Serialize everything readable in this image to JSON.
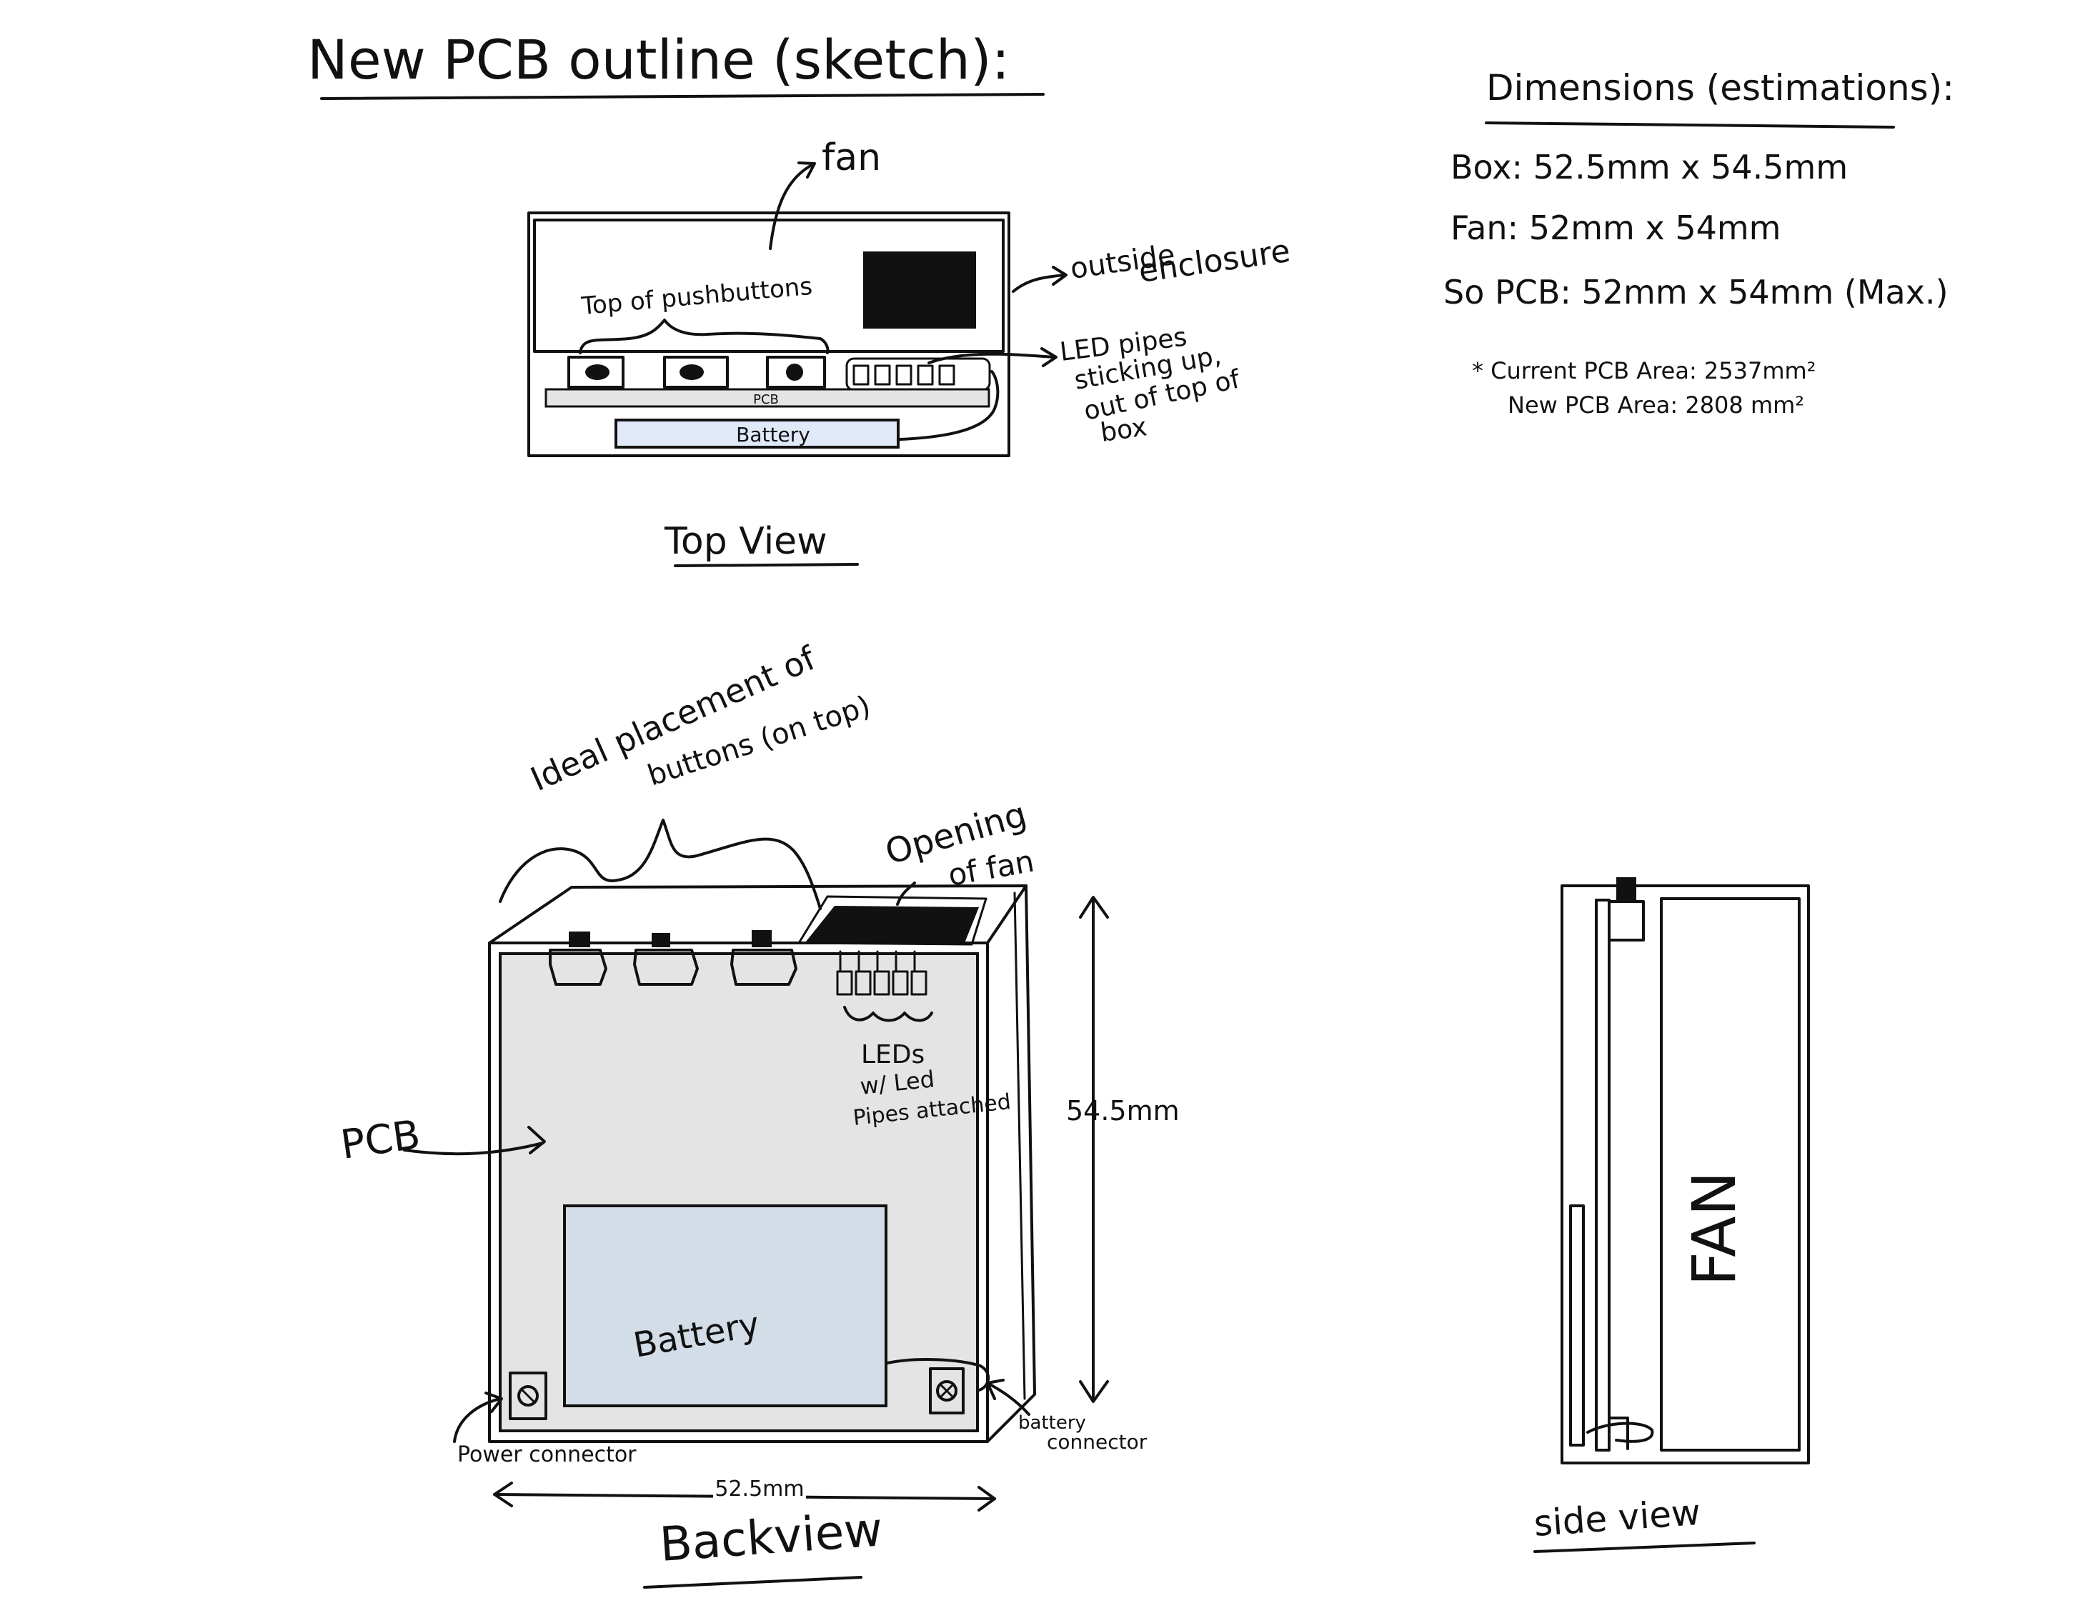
{
  "title": "New PCB outline (sketch):",
  "dimensions": {
    "heading": "Dimensions (estimations):",
    "box": "Box: 52.5mm x 54.5mm",
    "fan": "Fan: 52mm x 54mm",
    "pcb": "So PCB: 52mm x 54mm (Max.)",
    "current_area": "* Current PCB Area: 2537mm²",
    "new_area": "New PCB Area: 2808 mm²"
  },
  "top_view": {
    "caption": "Top View",
    "fan_label": "fan",
    "pushbuttons_label": "Top of pushbuttons",
    "pcb_label": "PCB",
    "battery_label": "Battery",
    "enclosure_label_1": "outside",
    "enclosure_label_2": "enclosure",
    "led_label_1": "LED pipes",
    "led_label_2": "sticking up,",
    "led_label_3": "out of top of",
    "led_label_4": "box"
  },
  "back_view": {
    "caption": "Backview",
    "buttons_label_1": "Ideal placement of",
    "buttons_label_2": "buttons (on top)",
    "fan_opening_1": "Opening",
    "fan_opening_2": "of fan",
    "leds_label_1": "LEDs",
    "leds_label_2": "w/ Led",
    "leds_label_3": "Pipes attached",
    "pcb_label": "PCB",
    "battery_label": "Battery",
    "height_label": "54.5mm",
    "width_label": "52.5mm",
    "power_connector_label": "Power connector",
    "battery_connector_label_1": "battery",
    "battery_connector_label_2": "connector"
  },
  "side_view": {
    "caption": "side view",
    "fan_label": "FAN"
  },
  "colors": {
    "ink": "#111111",
    "pcb_fill": "#e4e4e4",
    "battery_fill": "#d3dde8",
    "battery_fill_top": "#dfe9f7"
  }
}
